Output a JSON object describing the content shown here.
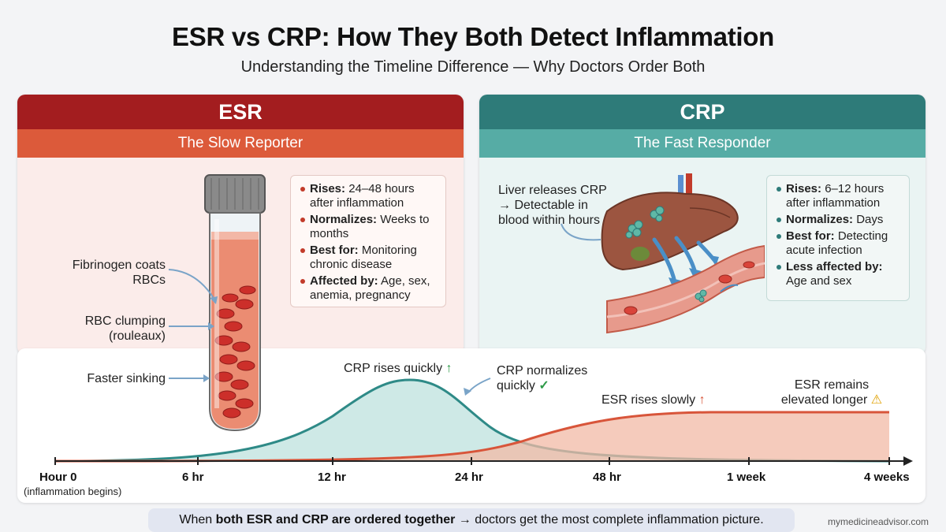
{
  "header": {
    "title": "ESR vs CRP: How They Both Detect Inflammation",
    "subtitle": "Understanding the Timeline Difference — Why Doctors Order Both"
  },
  "esr": {
    "name": "ESR",
    "tagline": "The Slow Reporter",
    "facts": [
      {
        "key": "Rises:",
        "value": " 24–48 hours after inflammation"
      },
      {
        "key": "Normalizes:",
        "value": " Weeks to months"
      },
      {
        "key": "Best for:",
        "value": " Monitoring chronic disease"
      },
      {
        "key": "Affected by:",
        "value": " Age, sex, anemia, pregnancy"
      }
    ],
    "labels": {
      "fibrinogen": "Fibrinogen coats RBCs",
      "clumping": "RBC clumping (rouleaux)",
      "sinking": "Faster sinking"
    },
    "colors": {
      "primary": "#a31d1f",
      "secondary": "#dc5a3a"
    }
  },
  "crp": {
    "name": "CRP",
    "tagline": "The Fast Responder",
    "facts": [
      {
        "key": "Rises:",
        "value": " 6–12 hours after inflammation"
      },
      {
        "key": "Normalizes:",
        "value": " Days"
      },
      {
        "key": "Best for:",
        "value": " Detecting acute infection"
      },
      {
        "key": "Less affected by:",
        "value": " Age and sex"
      }
    ],
    "labels": {
      "liver": "Liver releases CRP → Detectable in blood within hours"
    },
    "colors": {
      "primary": "#2e7b79",
      "secondary": "#56aca5"
    }
  },
  "timeline": {
    "ticks": [
      "Hour 0",
      "6 hr",
      "12 hr",
      "24 hr",
      "48 hr",
      "1 week",
      "4 weeks"
    ],
    "tick_note": "(inflammation begins)",
    "annotations": {
      "crp_rise": "CRP rises quickly",
      "crp_normalize": "CRP normalizes quickly",
      "esr_rise": "ESR rises slowly",
      "esr_remain": "ESR remains elevated longer"
    }
  },
  "footer": {
    "note_pre": "When ",
    "note_bold": "both ESR and CRP are ordered together",
    "note_post": " → doctors get the most complete inflammation picture.",
    "credit": "mymedicineadvisor.com"
  }
}
